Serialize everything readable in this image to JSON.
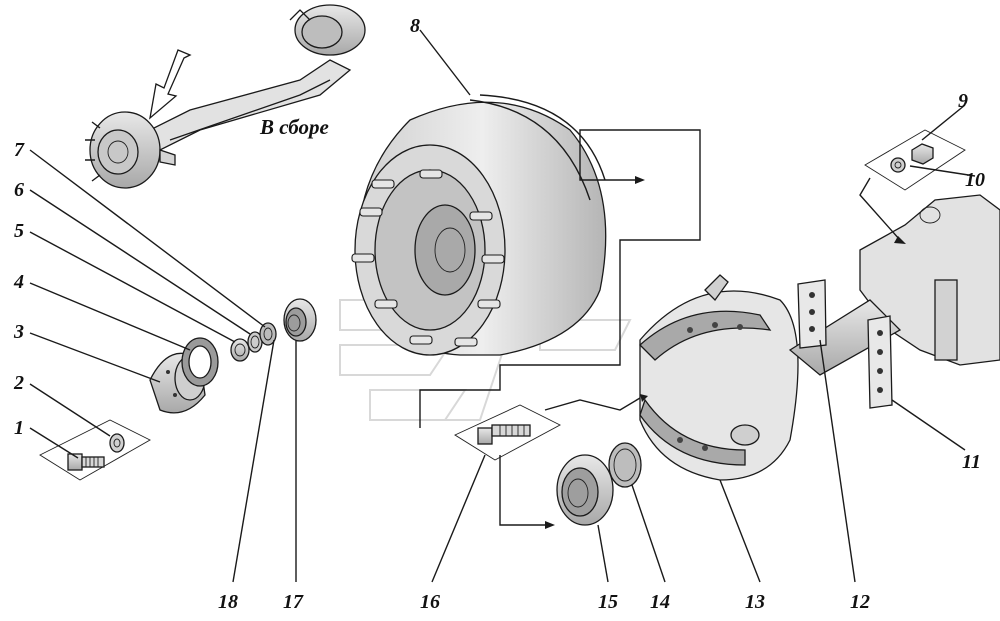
{
  "caption": "В сборе",
  "callouts": [
    "1",
    "2",
    "3",
    "4",
    "5",
    "6",
    "7",
    "8",
    "9",
    "10",
    "11",
    "12",
    "13",
    "14",
    "15",
    "16",
    "17",
    "18"
  ],
  "colors": {
    "ink": "#1a1a1a",
    "metal_light": "#dcdcdc",
    "metal_mid": "#bdbdbd",
    "metal_dark": "#8a8a8a",
    "watermark": "#c8c8c8"
  }
}
